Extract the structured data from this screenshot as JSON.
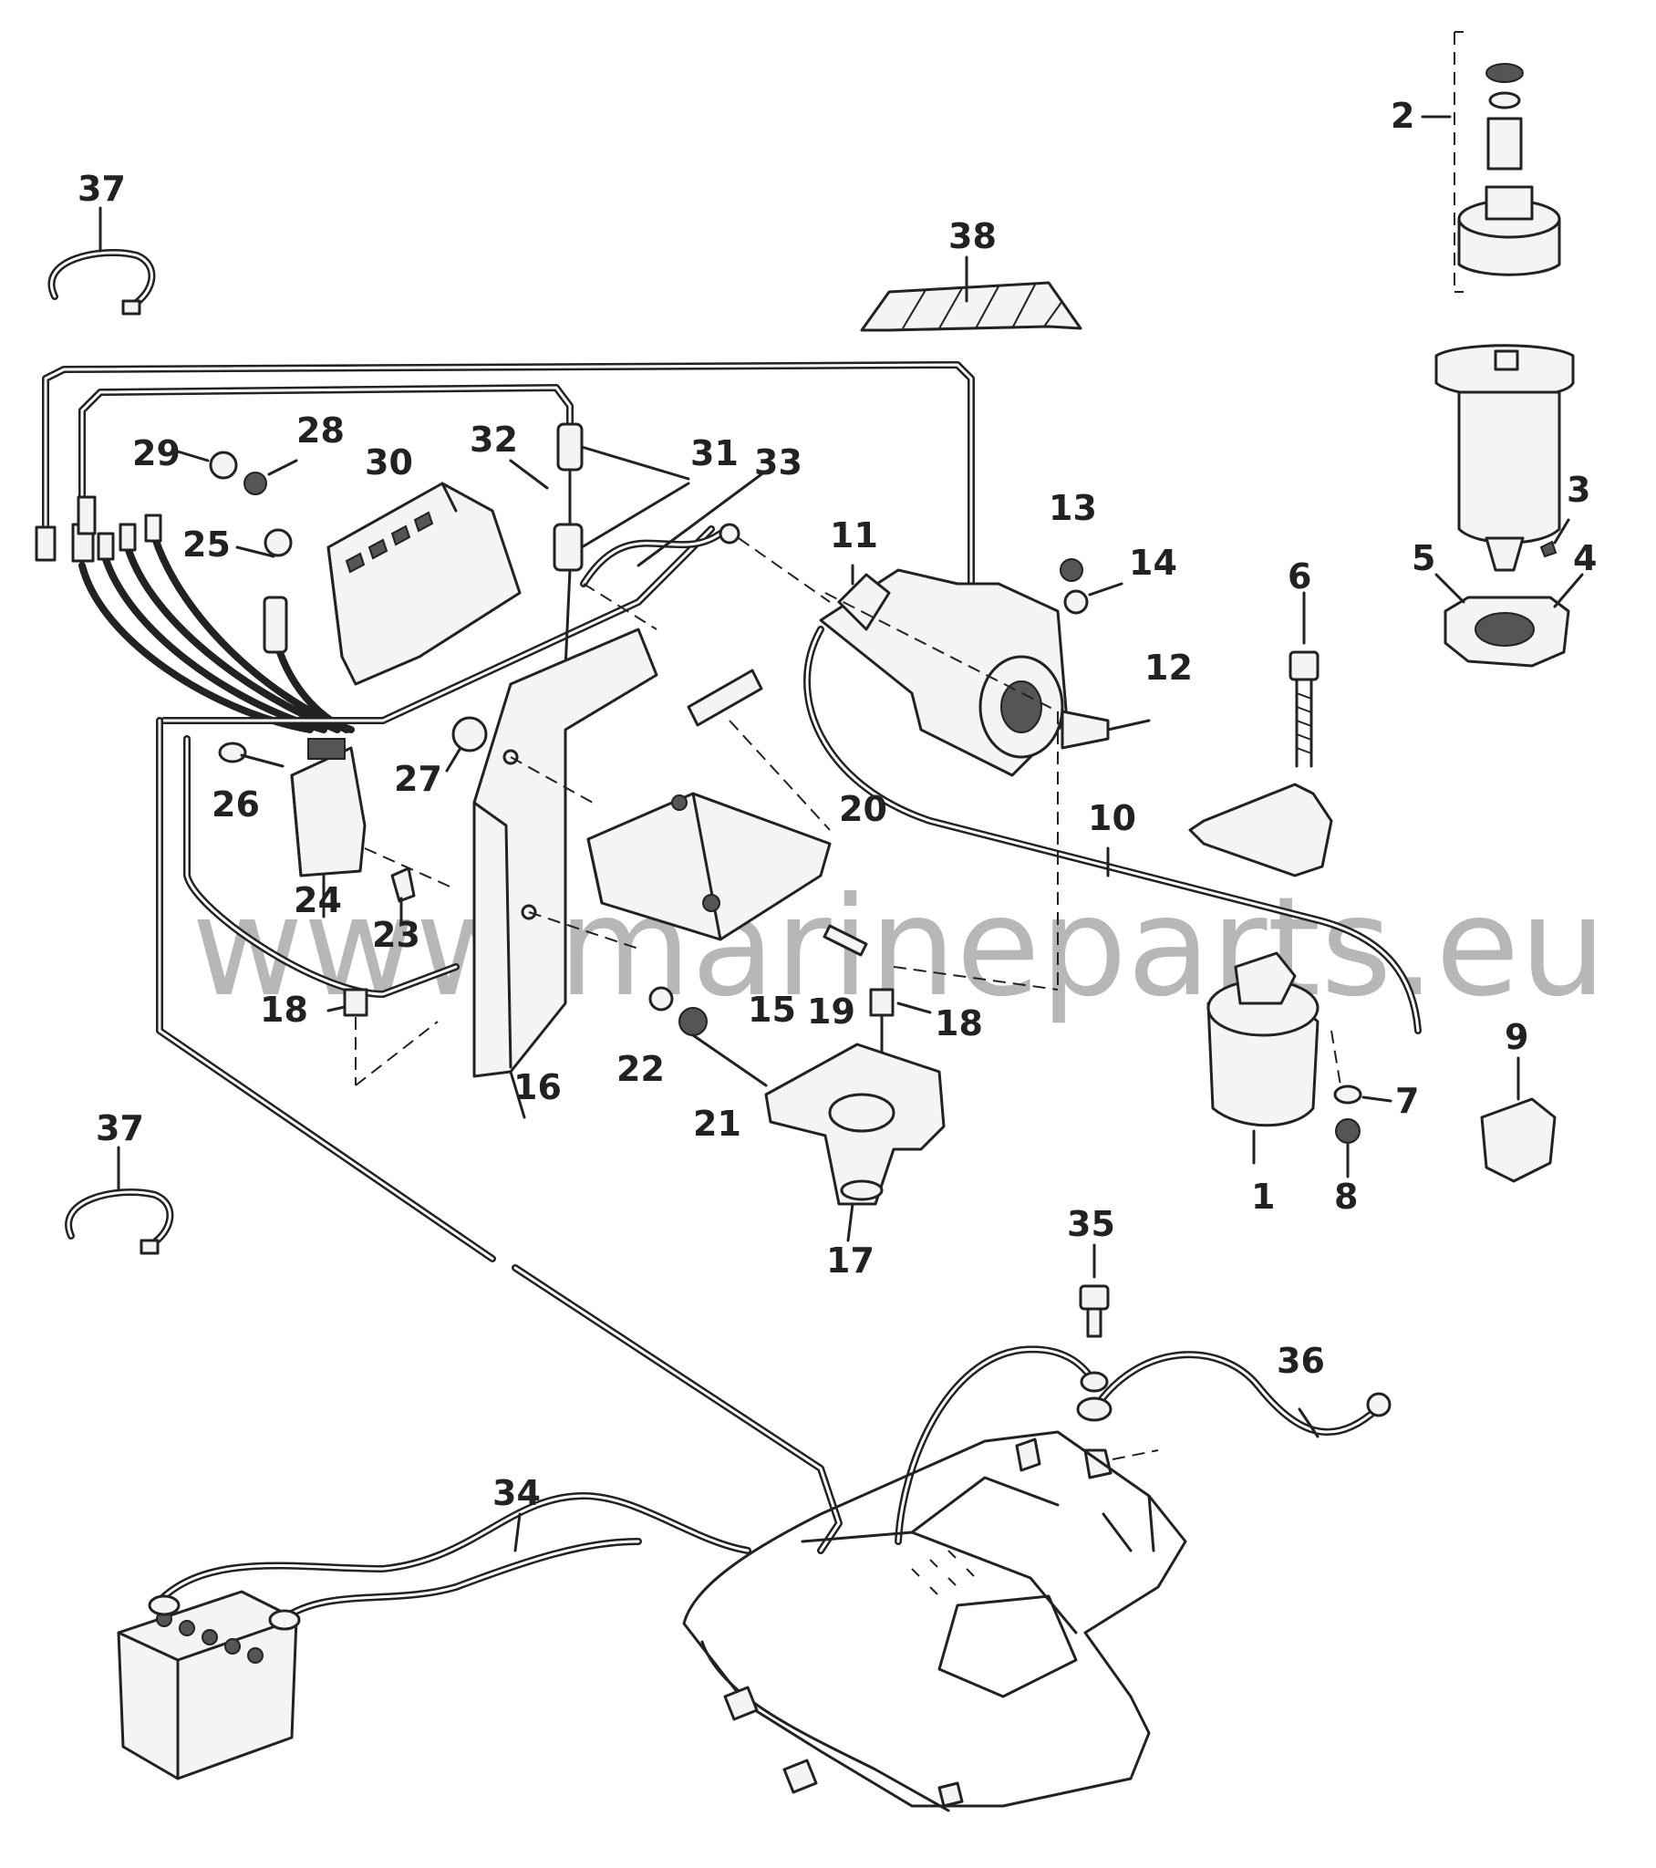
{
  "watermark": "www.marineparts.eu",
  "labels": [
    "1",
    "2",
    "3",
    "4",
    "5",
    "6",
    "7",
    "8",
    "9",
    "10",
    "11",
    "12",
    "13",
    "14",
    "15",
    "16",
    "17",
    "18",
    "18",
    "19",
    "20",
    "21",
    "22",
    "23",
    "24",
    "25",
    "26",
    "27",
    "28",
    "29",
    "30",
    "31",
    "32",
    "33",
    "34",
    "35",
    "36",
    "37",
    "37",
    "38"
  ]
}
